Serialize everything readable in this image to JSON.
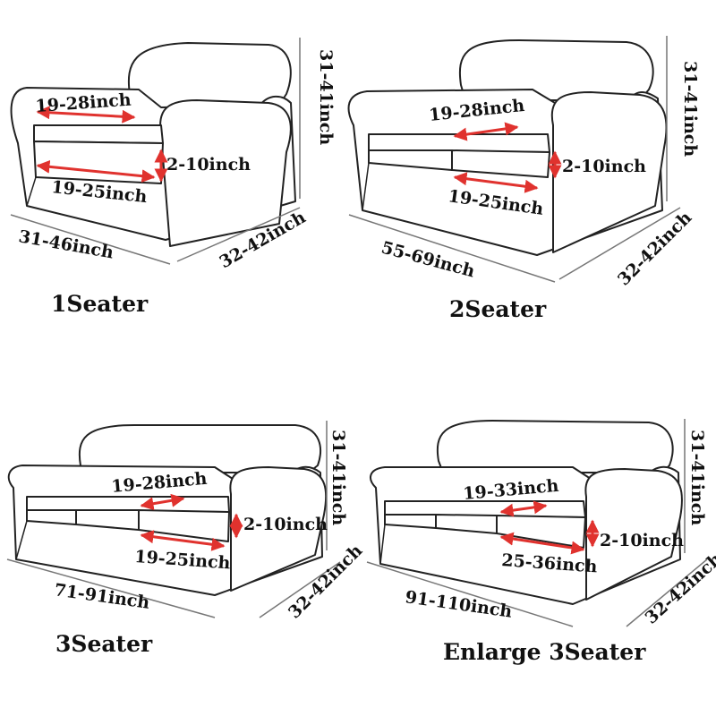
{
  "accent_color": "#e0322e",
  "diagrams": [
    {
      "name": "1Seater",
      "back_width": "19-28inch",
      "seat_width": "19-25inch",
      "cushion_thickness": "2-10inch",
      "height": "31-41inch",
      "total_width": "31-46inch",
      "depth": "32-42inch"
    },
    {
      "name": "2Seater",
      "back_width": "19-28inch",
      "seat_width": "19-25inch",
      "cushion_thickness": "2-10inch",
      "height": "31-41inch",
      "total_width": "55-69inch",
      "depth": "32-42inch"
    },
    {
      "name": "3Seater",
      "back_width": "19-28inch",
      "seat_width": "19-25inch",
      "cushion_thickness": "2-10inch",
      "height": "31-41inch",
      "total_width": "71-91inch",
      "depth": "32-42inch"
    },
    {
      "name": "Enlarge 3Seater",
      "back_width": "19-33inch",
      "seat_width": "25-36inch",
      "cushion_thickness": "2-10inch",
      "height": "31-41inch",
      "total_width": "91-110inch",
      "depth": "32-42inch"
    }
  ]
}
